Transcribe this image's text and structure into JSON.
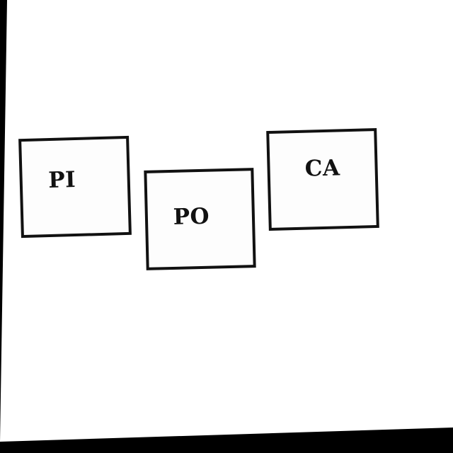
{
  "cards": [
    {
      "label": "PI"
    },
    {
      "label": "PO"
    },
    {
      "label": "CA"
    }
  ],
  "colors": {
    "background": "#000000",
    "paper": "#ffffff",
    "ink": "#111111"
  }
}
